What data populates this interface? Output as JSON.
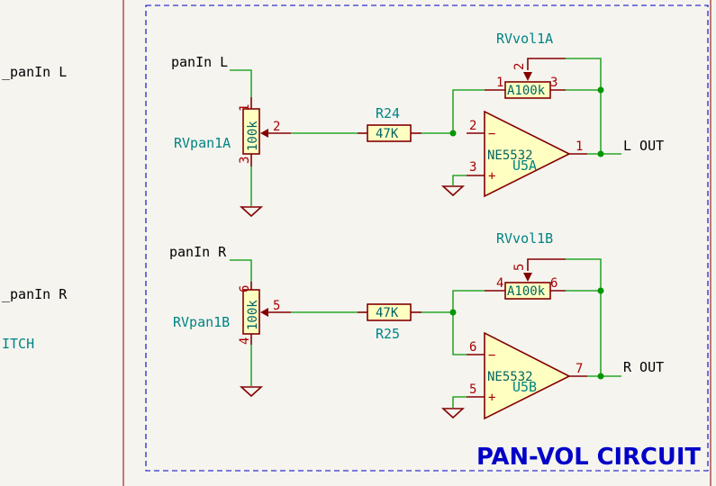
{
  "left_labels": {
    "panin_l": "_panIn L",
    "panin_r": "_panIn R",
    "switch": "ITCH"
  },
  "channel_a": {
    "input_label": "panIn L",
    "pan_pot": {
      "ref": "RVpan1A",
      "value": "100k",
      "pin_top": "1",
      "pin_wiper": "2",
      "pin_bottom": "3"
    },
    "resistor": {
      "ref": "R24",
      "value": "47K"
    },
    "vol_pot": {
      "ref": "RVvol1A",
      "value": "A100k",
      "pin_left": "1",
      "pin_wiper": "2",
      "pin_right": "3"
    },
    "opamp": {
      "ref": "U5A",
      "value": "NE5532",
      "pin_inv": "2",
      "pin_noninv": "3",
      "pin_out": "1",
      "sign_minus": "−",
      "sign_plus": "+"
    },
    "output_label": "L OUT"
  },
  "channel_b": {
    "input_label": "panIn R",
    "pan_pot": {
      "ref": "RVpan1B",
      "value": "100k",
      "pin_top": "6",
      "pin_wiper": "5",
      "pin_bottom": "4"
    },
    "resistor": {
      "ref": "R25",
      "value": "47K"
    },
    "vol_pot": {
      "ref": "RVvol1B",
      "value": "A100k",
      "pin_left": "4",
      "pin_wiper": "5",
      "pin_right": "6"
    },
    "opamp": {
      "ref": "U5B",
      "value": "NE5532",
      "pin_inv": "6",
      "pin_noninv": "5",
      "pin_out": "7",
      "sign_minus": "−",
      "sign_plus": "+"
    },
    "output_label": "R OUT"
  },
  "sheet_title": "PAN-VOL CIRCUIT"
}
